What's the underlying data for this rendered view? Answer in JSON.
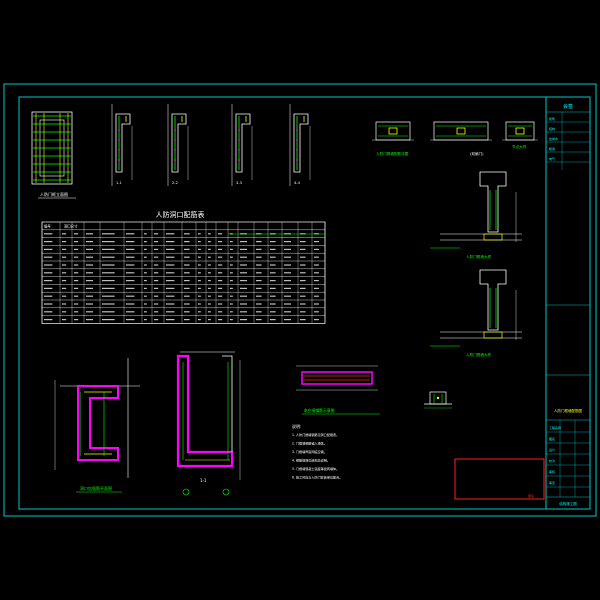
{
  "colors": {
    "background": "#000000",
    "frame": "#00c8c8",
    "line": "#ffffff",
    "accent_green": "#00ff00",
    "accent_magenta": "#ff00ff",
    "accent_yellow": "#ffff00",
    "accent_red": "#ff2020",
    "accent_cyan": "#00ffff",
    "title_block_text": "#00ffff"
  },
  "drawing": {
    "table_title": "人防洞口配筋表",
    "table": {
      "header": [
        "编号",
        "洞口尺寸",
        "",
        "",
        "",
        "",
        "",
        "",
        "",
        "",
        "",
        "",
        "",
        "",
        "",
        "",
        "",
        "",
        ""
      ],
      "row_count": 12
    },
    "labels": {
      "view_left_bottom": "人防门框立面图",
      "section_1": "1-1",
      "section_2": "2-2",
      "section_3": "3-3",
      "section_4": "4-4",
      "detail_top_right_1": "人防门框墙配筋详图",
      "detail_top_right_2": "(双扇门)",
      "detail_top_right_3": "节点大样",
      "detail_right_mid_1": "人防门框墙大样",
      "detail_right_mid_2": "人防门框墙大样",
      "detail_bottom_left": "洞口加强筋平面图",
      "detail_bottom_mid": "1-1",
      "detail_bottom_center": "临空墙钢筋示意图",
      "notes_title": "说明:"
    },
    "notes": [
      "1. 人防门框墙钢筋见洞口配筋表。",
      "2. 门框墙钢筋锚入墙体。",
      "3. 门框墙厚度同临空墙。",
      "4. 钢筋规格见结构总说明。",
      "5. 门框墙混凝土强度等级同墙体。",
      "6. 施工时应与人防门安装单位配合。"
    ],
    "title_block": {
      "header": "会签",
      "rows": [
        "建筑",
        "结构",
        "给排水",
        "暖通",
        "电气"
      ],
      "project_fields": [
        "工程名称",
        "图名",
        "设计",
        "校对",
        "审核",
        "审定"
      ],
      "drawing_title": "人防门框墙配筋图",
      "footer": "结构施工图"
    }
  }
}
